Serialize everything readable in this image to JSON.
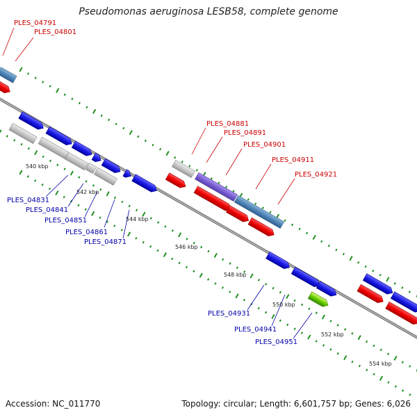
{
  "title": "Pseudomonas aeruginosa LESB58, complete genome",
  "footer": {
    "accession": "Accession: NC_011770",
    "topology": "Topology: circular; Length: 6,601,757 bp; Genes: 6,026"
  },
  "colors": {
    "forward": "#ee0000",
    "reverse": "#1a1ae6",
    "pseudo": "#c8c8c8",
    "steel": "#4f86b8",
    "purple": "#7b5fd6",
    "green": "#66cc00",
    "tick": "#1f8f1f",
    "label_red": "#cc0000",
    "label_blue": "#0000aa"
  },
  "kbp_labels": [
    "540 kbp",
    "542 kbp",
    "544 kbp",
    "546 kbp",
    "548 kbp",
    "550 kbp",
    "552 kbp",
    "554 kbp"
  ],
  "gene_labels": {
    "top": [
      "PLES_04791",
      "PLES_04801",
      "PLES_04881",
      "PLES_04891",
      "PLES_04901",
      "PLES_04911",
      "PLES_04921"
    ],
    "bottom": [
      "PLES_04831",
      "PLES_04841",
      "PLES_04851",
      "PLES_04861",
      "PLES_04871",
      "PLES_04931",
      "PLES_04941",
      "PLES_04951"
    ]
  }
}
